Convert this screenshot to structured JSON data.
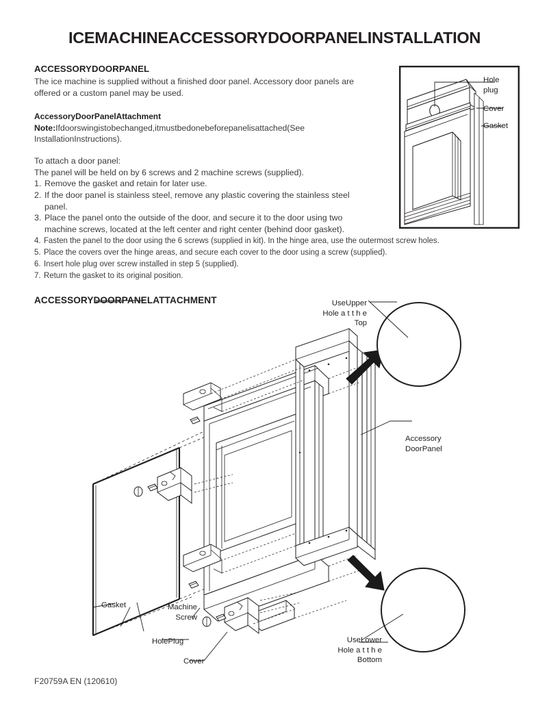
{
  "document": {
    "title": "ICEMACHINEACCESSORYDOORPANELINSTALLATION",
    "footer": "F20759A EN (120610)"
  },
  "section_accessory_door_panel": {
    "heading": "ACCESSORYDOORPANEL",
    "intro": "The ice machine is supplied without a finished door panel. Accessory door panels are offered or a custom panel may be used.",
    "sub_heading": "AccessoryDoorPanelAttachment",
    "note_label": "Note:",
    "note_text": "Ifdoorswingistobechanged,itmustbedonebeforepanelisattached(See InstallationInstructions).",
    "attach_lead_1": "To attach a door panel:",
    "attach_lead_2": "The panel will be held on by 6 screws and 2 machine screws (supplied).",
    "steps": [
      {
        "num": "1.",
        "text": "Remove the gasket and retain for later use."
      },
      {
        "num": "2.",
        "text": "If the door panel is stainless steel, remove any plastic covering the stainless steel",
        "cont": "panel."
      },
      {
        "num": "3.",
        "text": "Place the panel onto the outside of the door, and secure it to the door using two",
        "cont": "machine screws, located at the left center and right center (behind door gasket)."
      },
      {
        "num": "4.",
        "text": "Fasten the panel to the door using the 6 screws (supplied in kit). In the hinge area, use the outermost screw holes."
      },
      {
        "num": "5.",
        "text": "Place the covers over the hinge areas, and secure each cover to the door using a screw (supplied)."
      },
      {
        "num": "6.",
        "text": "Insert hole plug over screw installed in step 5 (supplied)."
      },
      {
        "num": "7.",
        "text": "Return the gasket to its original position."
      }
    ]
  },
  "figure_door_corner": {
    "labels": {
      "hole_plug": "Hole\nplug",
      "cover": "Cover",
      "gasket": "Gasket"
    }
  },
  "section_attachment": {
    "heading": "ACCESSORYDOORPANELATTACHMENT"
  },
  "figure_exploded": {
    "labels": {
      "use_upper": "UseUpper\nHole a t t h e\nTop",
      "use_lower": "UseLower\nHole a t t h e\nBottom",
      "accessory_door_panel": "Accessory\nDoorPanel",
      "gasket": "Gasket",
      "machine_screw": "Machine\nScrew",
      "hole_plug": "HolePlug",
      "cover": "Cover"
    }
  },
  "colors": {
    "ink": "#231f20",
    "body_text": "#3b3b3b",
    "page_background": "#ffffff",
    "arrow_fill": "#1a1a1a"
  }
}
